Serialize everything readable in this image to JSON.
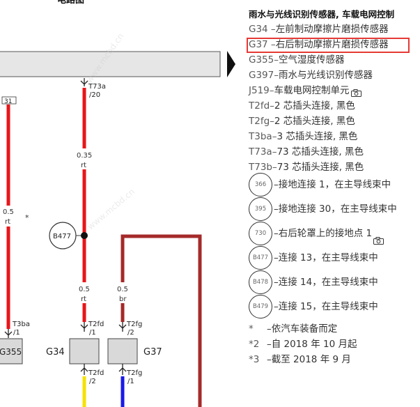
{
  "diagram": {
    "header_fragment": "电路图",
    "wire_label_31": "31",
    "left_wire": {
      "size": "0.5",
      "color": "rt"
    },
    "star": "*",
    "connector_t73a": "T73a",
    "connector_t73a_pin": "/20",
    "main_wire": {
      "size": "0.35",
      "color": "rt"
    },
    "node_b477": "B477",
    "wire_g34": {
      "size": "0.5",
      "color": "rt"
    },
    "wire_g37": {
      "size": "0.5",
      "color": "br"
    },
    "t3ba": "T3ba",
    "t3ba_pin": "/1",
    "t2fd_top": "T2fd",
    "t2fd_top_pin": "/1",
    "t2fg_top": "T2fg",
    "t2fg_top_pin": "/2",
    "t2fd_bot": "T2fd",
    "t2fd_bot_pin": "/2",
    "t2fg_bot": "T2fg",
    "t2fg_bot_pin": "/1",
    "g355": "G355",
    "g34": "G34",
    "g37": "G37",
    "watermark": "www.mcbd.cn",
    "colors": {
      "red_wire": "#e8161a",
      "brown_wire": "#a52a2a",
      "yellow_wire": "#f4e200",
      "blue_wire": "#1a1ae6",
      "component_fill": "#d9d9d9",
      "bus_fill": "#e6e6e6"
    }
  },
  "legend": {
    "title": "雨水与光线识别传感器, 车载电网控制",
    "components": [
      {
        "code": "G34",
        "sep": " –",
        "desc": "左前制动摩擦片磨损传感器",
        "camera": false
      },
      {
        "code": "G37",
        "sep": " –",
        "desc": "右后制动摩擦片磨损传感器",
        "camera": false
      },
      {
        "code": "G355",
        "sep": "–",
        "desc": "空气湿度传感器",
        "camera": false
      },
      {
        "code": "G397",
        "sep": "–",
        "desc": "雨水与光线识别传感器",
        "camera": false
      },
      {
        "code": "J519",
        "sep": "–",
        "desc": "车载电网控制单元",
        "camera": true
      },
      {
        "code": "T2fd",
        "sep": "–",
        "desc": "2 芯插头连接, 黑色",
        "camera": false
      },
      {
        "code": "T2fg",
        "sep": "–",
        "desc": "2 芯插头连接, 黑色",
        "camera": false
      },
      {
        "code": "T3ba",
        "sep": "–",
        "desc": "3 芯插头连接, 黑色",
        "camera": false
      },
      {
        "code": "T73a",
        "sep": "–",
        "desc": "73 芯插头连接, 黑色",
        "camera": false
      },
      {
        "code": "T73b",
        "sep": "–",
        "desc": "73 芯插头连接, 黑色",
        "camera": false
      }
    ],
    "grounds": [
      {
        "badge": "366",
        "desc": "–接地连接 1，在主导线束中",
        "camera": false
      },
      {
        "badge": "395",
        "desc": "–接地连接 30，在主导线束中",
        "camera": false
      },
      {
        "badge": "730",
        "desc": "–右后轮罩上的接地点 1",
        "camera": true
      },
      {
        "badge": "B477",
        "desc": "–连接 13，在主导线束中",
        "camera": false
      },
      {
        "badge": "B478",
        "desc": "–连接 14，在主导线束中",
        "camera": false
      },
      {
        "badge": "B479",
        "desc": "–连接 15，在主导线束中",
        "camera": false
      }
    ],
    "footnotes": [
      {
        "mark": "*",
        "desc": "–依汽车装备而定"
      },
      {
        "mark": "*2",
        "desc": "–自 2018 年 10 月起"
      },
      {
        "mark": "*3",
        "desc": "–截至 2018 年 9 月"
      }
    ],
    "highlight_color": "#e53935"
  }
}
